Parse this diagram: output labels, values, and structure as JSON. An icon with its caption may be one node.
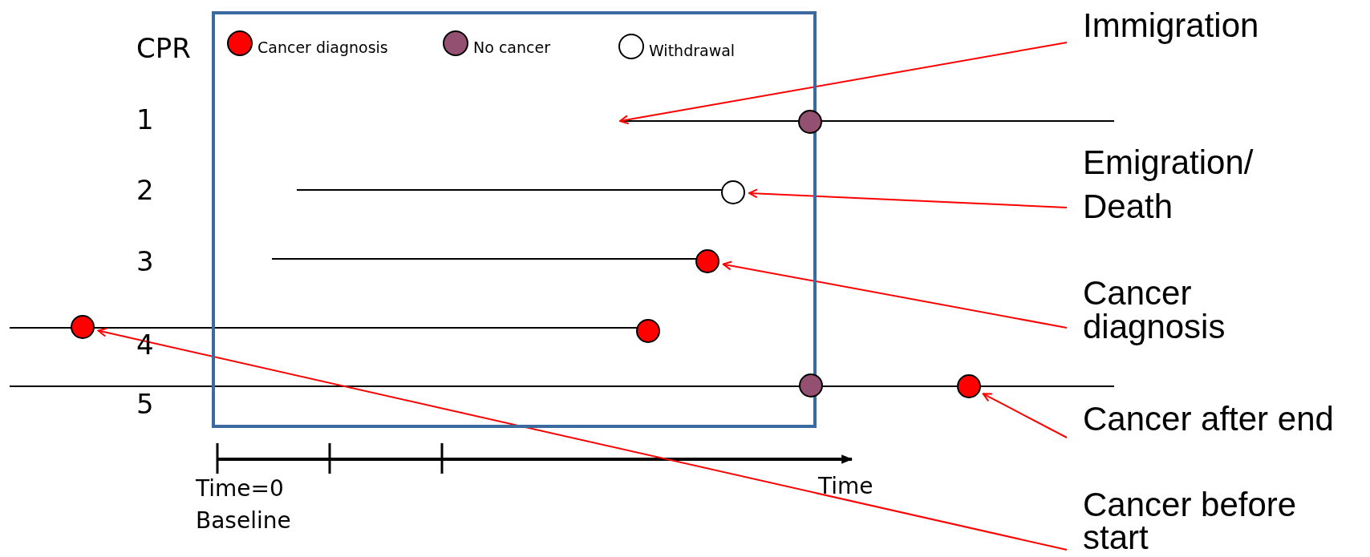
{
  "diagram": {
    "nodes": [
      {
        "text": [
          "Immigration"
        ]
      },
      {
        "text": [],
        "shape": "circle"
      },
      {
        "text": [
          "Emigration/ Death"
        ]
      },
      {
        "text": [],
        "shape": "circle"
      },
      {
        "text": [],
        "shape": "circle"
      },
      {
        "text": [
          "Cancer diagnosis"
        ]
      },
      {
        "text": [],
        "shape": "circle"
      },
      {
        "text": [],
        "shape": "circle"
      },
      {
        "text": [],
        "shape": "circle"
      },
      {
        "text": [],
        "shape": "circle"
      },
      {
        "text": [
          "Cancer after end"
        ]
      },
      {
        "text": [
          "Cancer before start"
        ]
      }
    ],
    "edges": [
      {
        "from": 0,
        "to": null,
        "arrow": "to"
      },
      {
        "from": 2,
        "to": 3,
        "arrow": "to"
      },
      {
        "from": 5,
        "to": 4,
        "arrow": "to"
      },
      {
        "from": 10,
        "to": 9,
        "arrow": "to"
      },
      {
        "from": 11,
        "to": 6,
        "arrow": "to"
      }
    ],
    "labels": [
      "CPR",
      "1",
      "2",
      "3",
      "4",
      "5",
      "Time=0",
      "Baseline",
      "Time"
    ],
    "legend": [
      {
        "text": "Cancer diagnosis",
        "color": "#ff0000"
      },
      {
        "text": "No cancer",
        "color": "#945070"
      },
      {
        "text": "Withdrawal",
        "color": "#ffffff"
      }
    ]
  }
}
